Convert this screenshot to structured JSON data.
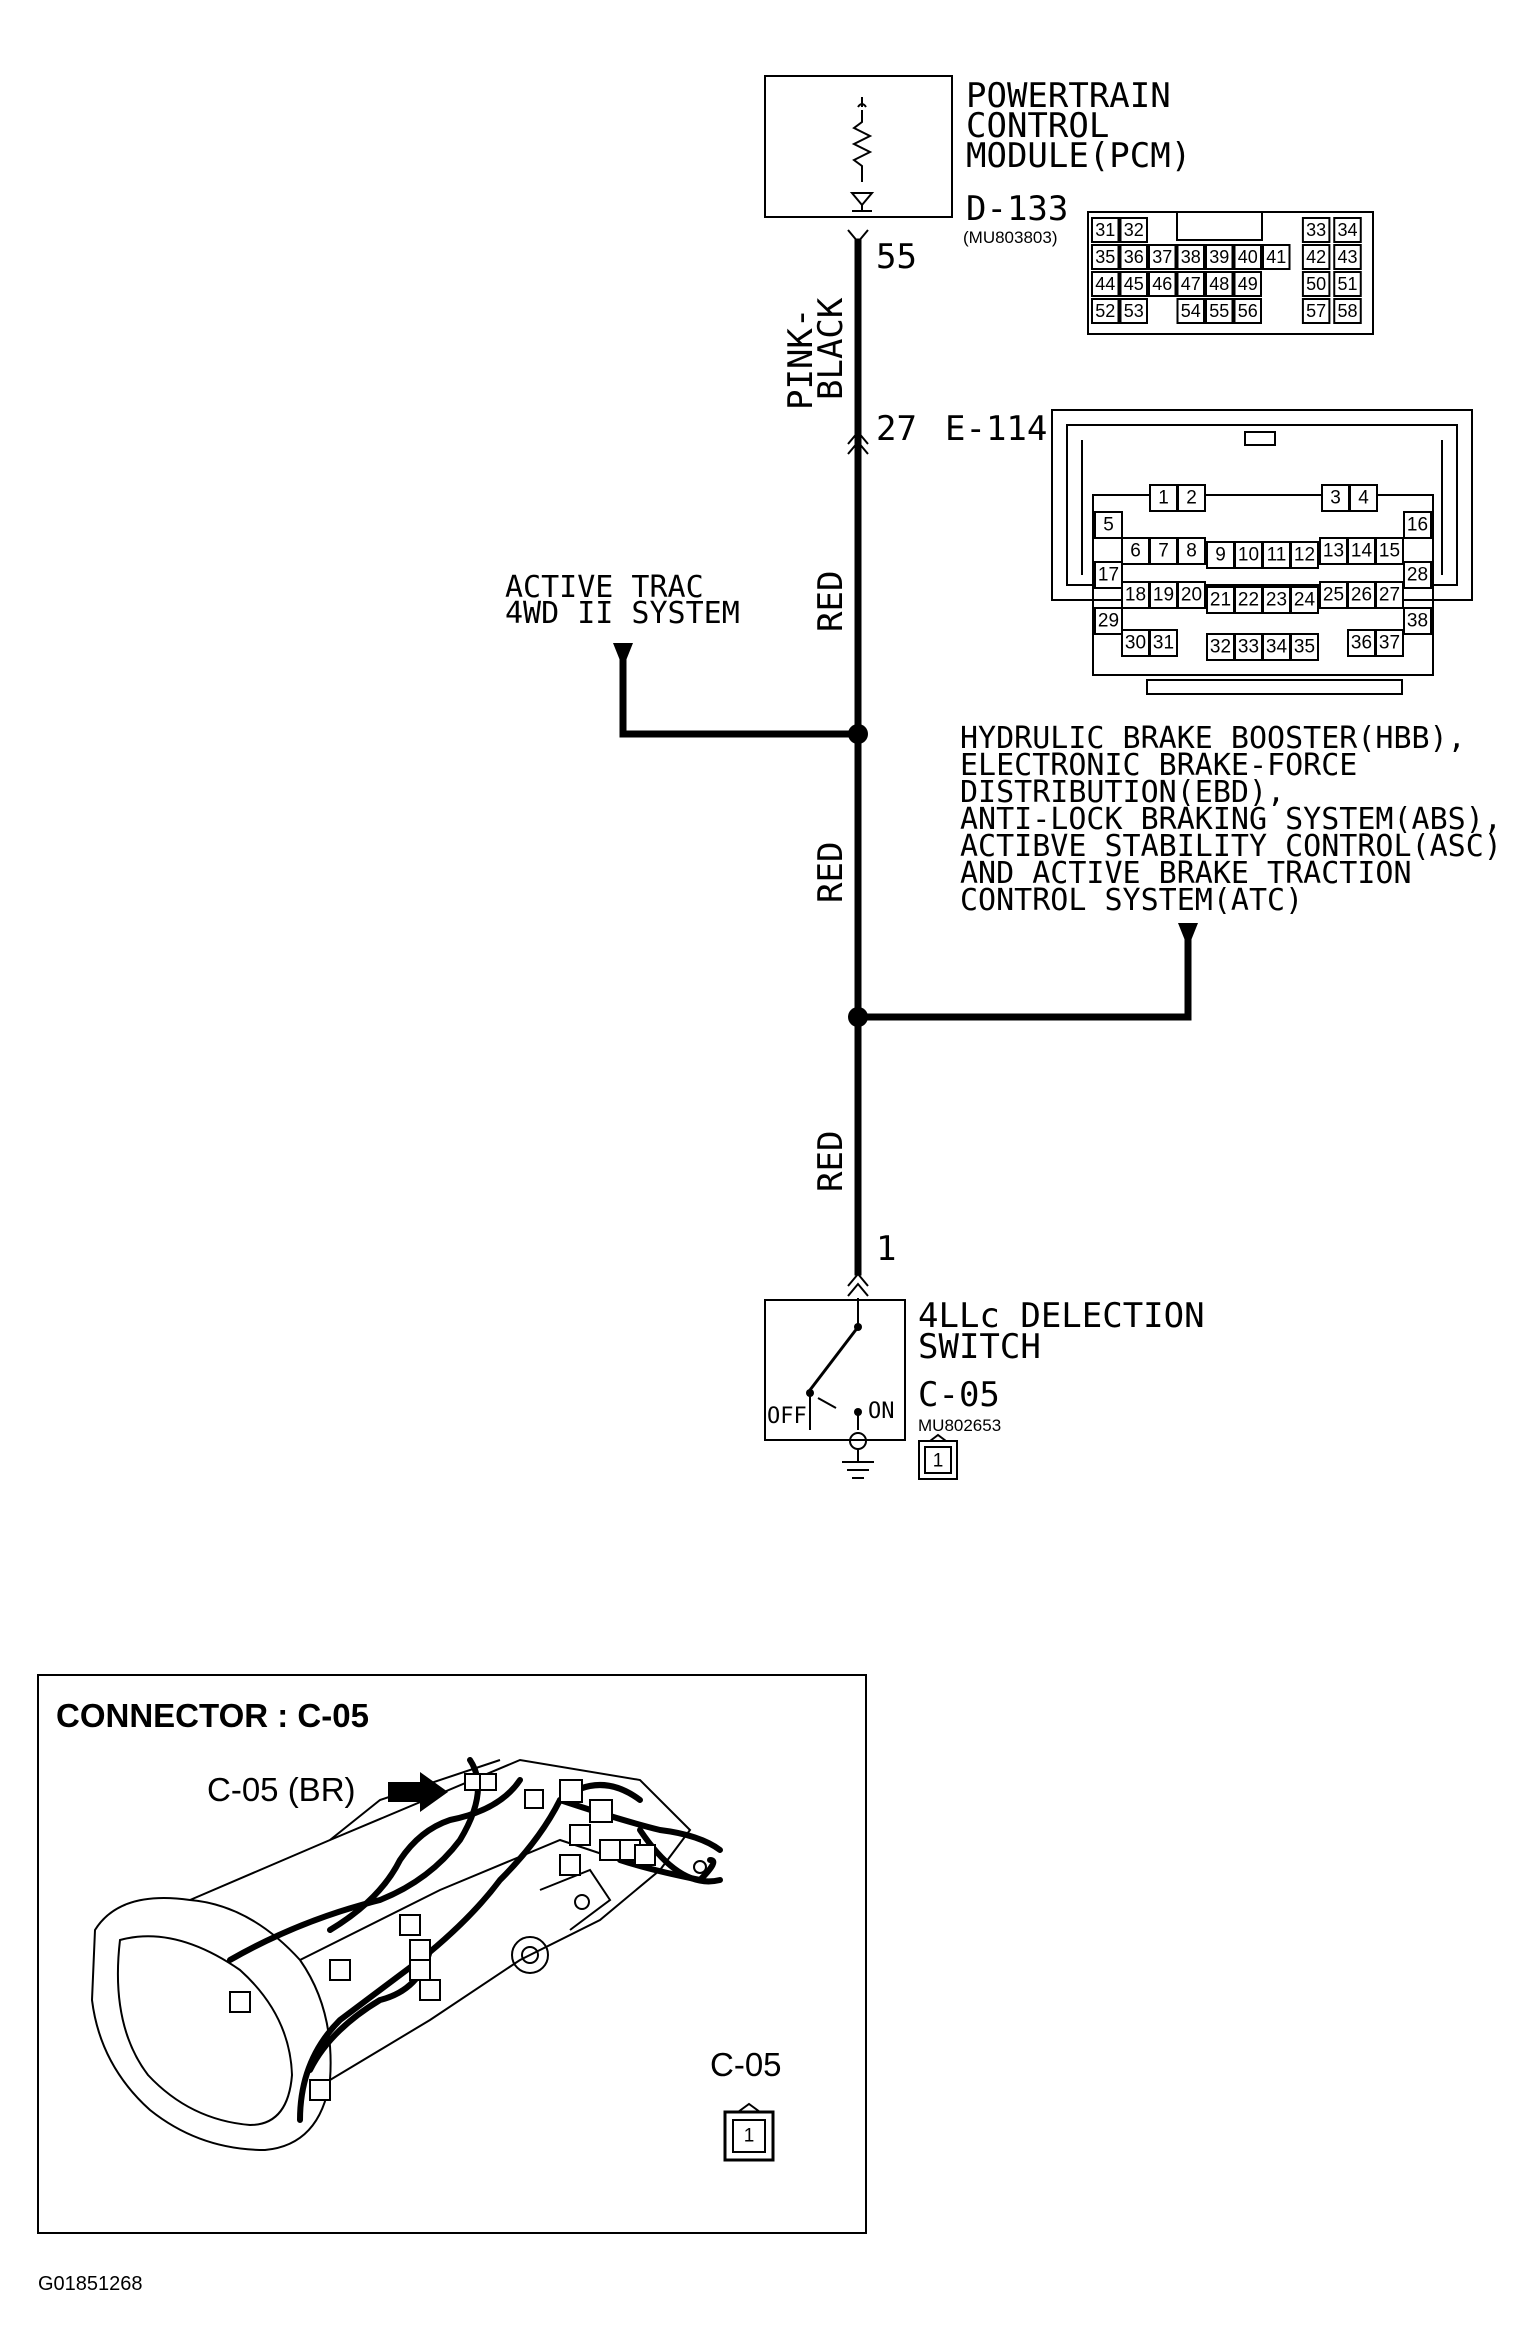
{
  "pcm": {
    "name_line1": "POWERTRAIN",
    "name_line2": "CONTROL",
    "name_line3": "MODULE(PCM)",
    "connector": "D-133",
    "part_no": "(MU803803)",
    "pin": "55",
    "pins": [
      [
        "31",
        "32",
        "",
        "",
        "",
        "",
        "",
        "33",
        "34"
      ],
      [
        "35",
        "36",
        "37",
        "38",
        "39",
        "40",
        "41",
        "42",
        "43"
      ],
      [
        "44",
        "45",
        "46",
        "47",
        "48",
        "49",
        "",
        "50",
        "51"
      ],
      [
        "52",
        "53",
        "",
        "54",
        "55",
        "56",
        "",
        "57",
        "58"
      ]
    ]
  },
  "wires": {
    "pink_black_line1": "PINK-",
    "pink_black_line2": "BLACK",
    "red_1": "RED",
    "red_2": "RED",
    "red_3": "RED"
  },
  "junction": {
    "pin": "27",
    "connector": "E-114",
    "pins": [
      "1",
      "2",
      "3",
      "4",
      "5",
      "6",
      "7",
      "8",
      "9",
      "10",
      "11",
      "12",
      "13",
      "14",
      "15",
      "16",
      "17",
      "18",
      "19",
      "20",
      "21",
      "22",
      "23",
      "24",
      "25",
      "26",
      "27",
      "28",
      "29",
      "30",
      "31",
      "32",
      "33",
      "34",
      "35",
      "36",
      "37",
      "38"
    ]
  },
  "branch_active_trac": {
    "line1": "ACTIVE TRAC",
    "line2": "4WD II SYSTEM"
  },
  "branch_brake": {
    "line1": "HYDRULIC BRAKE BOOSTER(HBB),",
    "line2": "ELECTRONIC BRAKE-FORCE",
    "line3": "DISTRIBUTION(EBD),",
    "line4": "ANTI-LOCK BRAKING SYSTEM(ABS),",
    "line5": "ACTIBVE STABILITY CONTROL(ASC)",
    "line6": "AND ACTIVE BRAKE TRACTION",
    "line7": "CONTROL SYSTEM(ATC)"
  },
  "switch": {
    "name_line1": "4LLc DELECTION",
    "name_line2": "SWITCH",
    "connector": "C-05",
    "part_no": "MU802653",
    "pin": "1",
    "off_label": "OFF",
    "on_label": "ON",
    "icon_pin": "1"
  },
  "inset": {
    "title": "CONNECTOR : C-05",
    "callout": "C-05 (BR)",
    "connector_label": "C-05",
    "icon_pin": "1"
  },
  "figure_id": "G01851268"
}
